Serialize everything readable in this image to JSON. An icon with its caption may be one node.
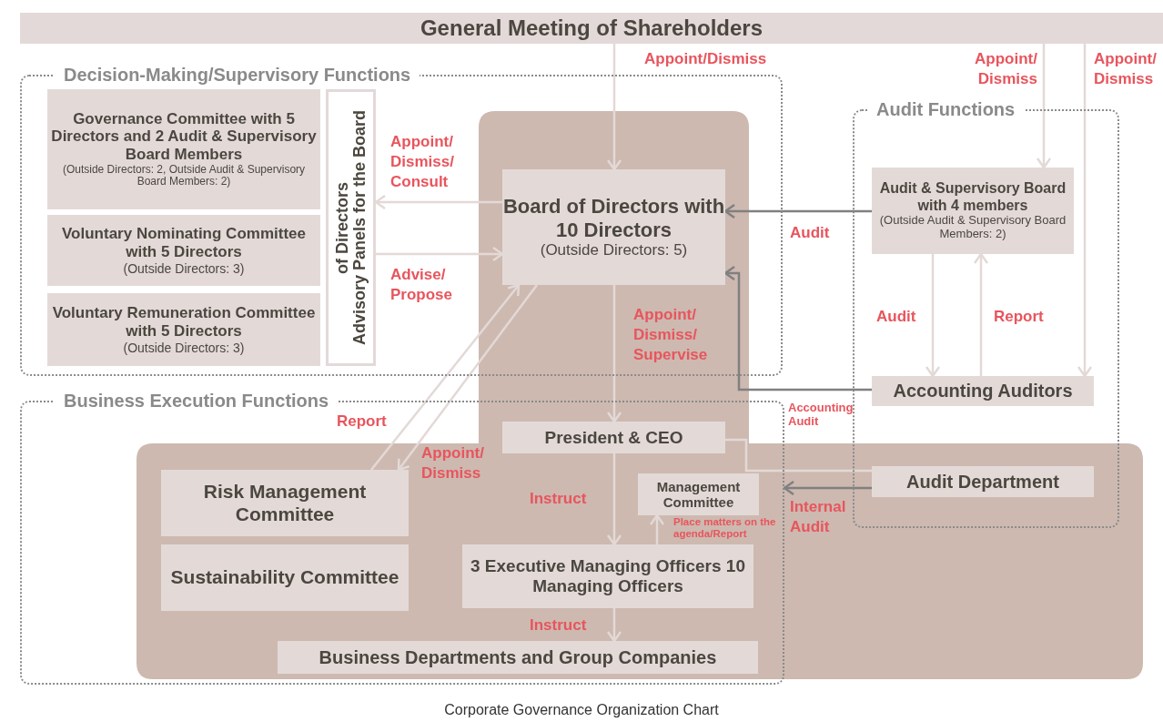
{
  "diagram": {
    "caption": "Corporate Governance Organization Chart",
    "nodes": [
      {
        "text": [
          "General Meeting of Shareholders"
        ]
      },
      {
        "text": [
          "Decision-Making/Supervisory Functions"
        ]
      },
      {
        "text": [
          "Governance Committee with 5 Directors and 2 Audit & Supervisory Board Members",
          "(Outside Directors: 2, Outside Audit & Supervisory Board Members: 2)"
        ],
        "in": 1
      },
      {
        "text": [
          "Voluntary Nominating Committee with 5 Directors",
          "(Outside Directors: 3)"
        ],
        "in": 1
      },
      {
        "text": [
          "Voluntary Remuneration Committee with 5 Directors",
          "(Outside Directors: 3)"
        ],
        "in": 1
      },
      {
        "text": [
          "Advisory Panels for the Board of Directors"
        ],
        "in": 1
      },
      {
        "text": [
          "Board of Directors with 10 Directors",
          "(Outside Directors: 5)"
        ],
        "in": 1
      },
      {
        "text": [
          "Business Execution Functions"
        ]
      },
      {
        "text": [
          "President & CEO"
        ],
        "in": 7
      },
      {
        "text": [
          "Risk Management Committee"
        ],
        "in": 7
      },
      {
        "text": [
          "Sustainability Committee"
        ],
        "in": 7
      },
      {
        "text": [
          "Management Committee"
        ],
        "in": 7
      },
      {
        "text": [
          "3 Executive Managing Officers 10 Managing Officers"
        ],
        "in": 7
      },
      {
        "text": [
          "Business Departments and Group Companies"
        ],
        "in": 7
      },
      {
        "text": [
          "Audit Functions"
        ]
      },
      {
        "text": [
          "Audit & Supervisory Board with 4 members",
          "(Outside Audit & Supervisory Board Members: 2)"
        ],
        "in": 14
      },
      {
        "text": [
          "Accounting Auditors"
        ],
        "in": 14
      },
      {
        "text": [
          "Audit Department"
        ],
        "in": 14
      }
    ],
    "edges": [
      {
        "from": 0,
        "to": 6,
        "arrow": "to",
        "label": "Appoint/Dismiss"
      },
      {
        "from": 0,
        "to": 15,
        "arrow": "to",
        "label": "Appoint/ Dismiss"
      },
      {
        "from": 0,
        "to": 16,
        "arrow": "to",
        "label": "Appoint/ Dismiss"
      },
      {
        "from": 6,
        "to": 5,
        "arrow": "to",
        "label": "Appoint/ Dismiss/ Consult"
      },
      {
        "from": 5,
        "to": 6,
        "arrow": "to",
        "label": "Advise/ Propose"
      },
      {
        "from": 15,
        "to": 6,
        "arrow": "to",
        "label": "Audit",
        "color": "#808080"
      },
      {
        "from": 6,
        "to": 8,
        "arrow": "to",
        "label": "Appoint/ Dismiss/ Supervise"
      },
      {
        "from": 16,
        "to": 6,
        "arrow": "to",
        "label": "Accounting Audit",
        "color": "#808080"
      },
      {
        "from": 9,
        "to": 6,
        "arrow": "to",
        "label": "Report"
      },
      {
        "from": 6,
        "to": 9,
        "arrow": "to",
        "label": "Appoint/ Dismiss"
      },
      {
        "from": 15,
        "to": 16,
        "arrow": "to",
        "label": "Audit"
      },
      {
        "from": 16,
        "to": 15,
        "arrow": "to",
        "label": "Report"
      },
      {
        "from": 8,
        "to": 12,
        "arrow": "to",
        "label": "Instruct"
      },
      {
        "from": 12,
        "to": 11,
        "arrow": "to",
        "label": "Place matters on the agenda/Report"
      },
      {
        "from": 12,
        "to": 13,
        "arrow": "to",
        "label": "Instruct"
      },
      {
        "from": 8,
        "to": 17,
        "arrow": "none"
      },
      {
        "from": 17,
        "to": 7,
        "arrow": "to",
        "label": "Internal Audit",
        "color": "#808080"
      }
    ]
  }
}
